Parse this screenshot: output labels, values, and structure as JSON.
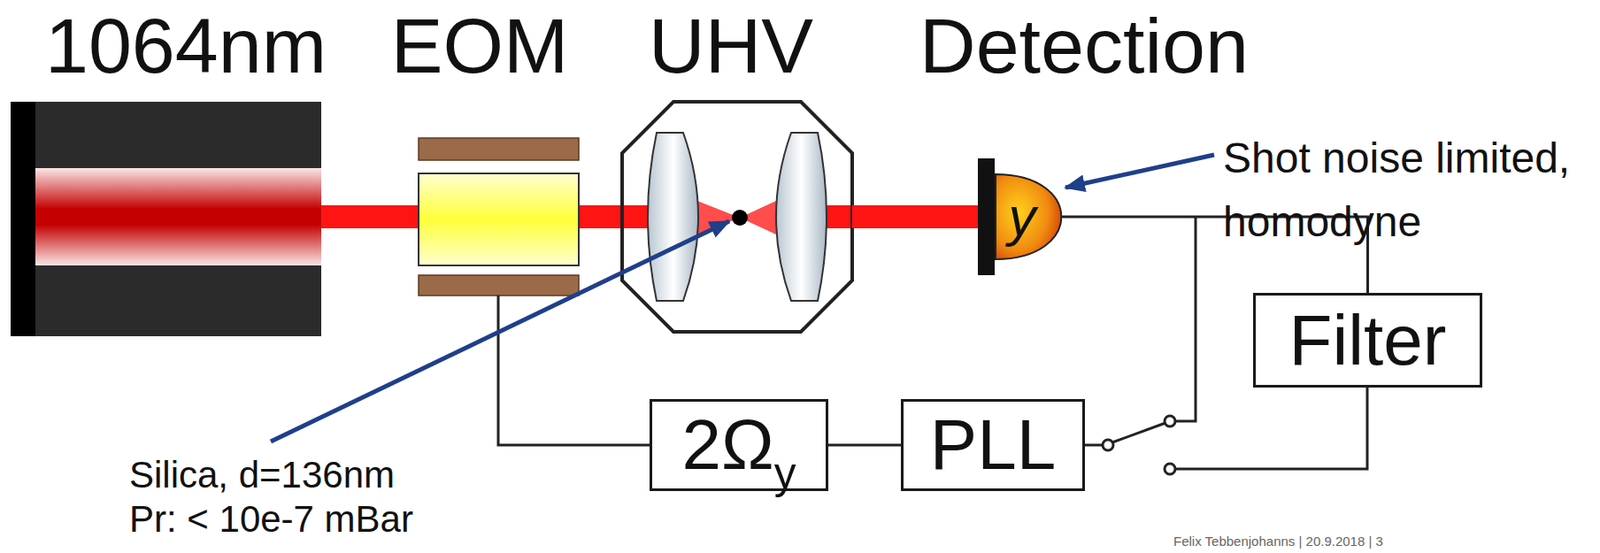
{
  "diagram": {
    "nodes": [
      {
        "text": [
          "y"
        ]
      },
      {
        "text": [
          "Filter"
        ]
      },
      {
        "text": [
          "2Ω",
          "y"
        ]
      },
      {
        "text": [
          "PLL"
        ]
      }
    ],
    "edges": [
      {
        "from": 0,
        "to": 1,
        "arrow": "none"
      },
      {
        "from": 3,
        "to": 2,
        "arrow": "none"
      }
    ],
    "labels": [
      "1064nm",
      "EOM",
      "UHV",
      "Detection",
      "Shot noise limited, homodyne",
      "Silica, d=136nm",
      "Pr: < 10e-7 mBar",
      "Felix Tebbenjohanns | 20.9.2018 | 3"
    ]
  }
}
